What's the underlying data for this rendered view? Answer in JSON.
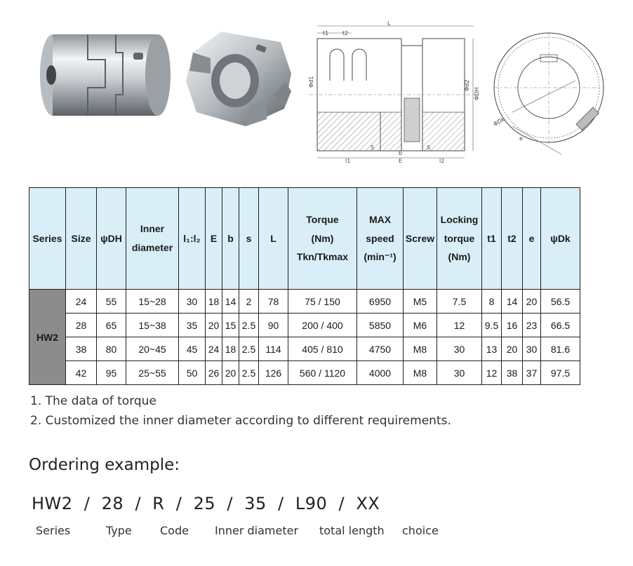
{
  "table": {
    "headers": [
      "Series",
      "Size",
      "ψDH",
      "Inner diameter",
      "l₁:l₂",
      "E",
      "b",
      "s",
      "L",
      "Torque (Nm) Tkn/Tkmax",
      "MAX speed (min⁻¹)",
      "Screw",
      "Locking torque (Nm)",
      "t1",
      "t2",
      "e",
      "ψDk"
    ],
    "header_lines": {
      "inner": [
        "Inner",
        "diameter"
      ],
      "torque": [
        "Torque",
        "(Nm)",
        "Tkn/Tkmax"
      ],
      "speed": [
        "MAX",
        "speed",
        "(min⁻¹)"
      ],
      "locking": [
        "Locking",
        "torque",
        "(Nm)"
      ]
    },
    "series": "HW2",
    "rows": [
      [
        "24",
        "55",
        "15~28",
        "30",
        "18",
        "14",
        "2",
        "78",
        "75 / 150",
        "6950",
        "M5",
        "7.5",
        "8",
        "14",
        "20",
        "56.5"
      ],
      [
        "28",
        "65",
        "15~38",
        "35",
        "20",
        "15",
        "2.5",
        "90",
        "200 / 400",
        "5850",
        "M6",
        "12",
        "9.5",
        "16",
        "23",
        "66.5"
      ],
      [
        "38",
        "80",
        "20~45",
        "45",
        "24",
        "18",
        "2.5",
        "114",
        "405 / 810",
        "4750",
        "M8",
        "30",
        "13",
        "20",
        "30",
        "81.6"
      ],
      [
        "42",
        "95",
        "25~55",
        "50",
        "26",
        "20",
        "2.5",
        "126",
        "560 / 1120",
        "4000",
        "M8",
        "30",
        "12",
        "38",
        "37",
        "97.5"
      ]
    ]
  },
  "notes": [
    "1.  The data of torque",
    "2.  Customized the inner diameter according to different requirements."
  ],
  "ordering": {
    "title": "Ordering example:",
    "code": "HW2  /  28  /  R  /  25  /  35  /  L90  /  XX",
    "labels": [
      "Series",
      "Type",
      "Code",
      "Inner diameter",
      "total length",
      "choice"
    ]
  },
  "drawing_labels": {
    "L": "L",
    "t1": "t1",
    "t2": "t2",
    "S": "S",
    "b": "b",
    "E": "E",
    "l1": "l1",
    "l2": "l2",
    "DH": "ΦDH",
    "d1": "Φd1",
    "d2": "Φd2",
    "Dk": "ΦDk",
    "e": "e"
  },
  "colors": {
    "header_bg": "#daeef8",
    "series_bg": "#8c8c8c"
  }
}
